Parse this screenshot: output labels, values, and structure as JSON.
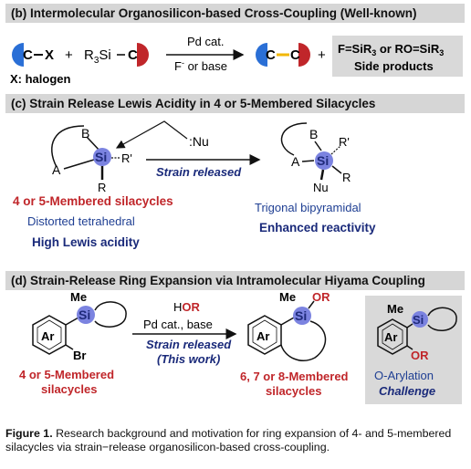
{
  "sections": {
    "b": {
      "title": "(b) Intermolecular Organosilicon-based Cross-Coupling (Well-known)"
    },
    "c": {
      "title": "(c) Strain Release Lewis Acidity in 4 or 5-Membered Silacycles"
    },
    "d": {
      "title": "(d) Strain-Release Ring Expansion via Intramolecular Hiyama Coupling"
    }
  },
  "b_scheme": {
    "c_atom": "C",
    "x_atom": "X",
    "plus1": "+",
    "r3si_r": "R",
    "r3si_sub": "3",
    "r3si_si": "Si",
    "halogen_note": "X: halogen",
    "arrow_top": "Pd cat.",
    "arrow_bottom_f": "F",
    "arrow_bottom_sup": "-",
    "arrow_bottom_rest": " or base",
    "product_c": "C",
    "product_c2": "C",
    "plus2": "+",
    "side_line1": "F=SiR",
    "side_line1_sub": "3",
    "side_line1_mid": " or RO=SiR",
    "side_line1_sub2": "3",
    "side_line2": "Side products"
  },
  "c_scheme": {
    "atom_b": "B",
    "atom_a": "A",
    "atom_si": "Si",
    "atom_r": "R",
    "atom_rp": "R'",
    "nu": ":Nu",
    "arrow_label": "Strain released",
    "left_line1": "4 or 5-Membered silacycles",
    "left_line2": "Distorted tetrahedral",
    "left_line3": "High Lewis acidity",
    "prod_b": "B",
    "prod_a": "A",
    "prod_si": "Si",
    "prod_rp": "R'",
    "prod_r": "R",
    "prod_nu": "Nu",
    "right_line1": "Trigonal bipyramidal",
    "right_line2": "Enhanced reactivity"
  },
  "d_scheme": {
    "me": "Me",
    "si": "Si",
    "ar": "Ar",
    "br": "Br",
    "reagent_h": "H",
    "reagent_or": "OR",
    "reagent_line2": "Pd cat., base",
    "reagent_line3": "Strain released",
    "reagent_line4": "(This work)",
    "left_label1": "4 or 5-Membered",
    "left_label2": "silacycles",
    "prod_me": "Me",
    "prod_si": "Si",
    "prod_or": "OR",
    "prod_ar": "Ar",
    "mid_label1": "6, 7 or 8-Membered",
    "mid_label2": "silacycles",
    "box_me": "Me",
    "box_si": "Si",
    "box_ar": "Ar",
    "box_or": "OR",
    "box_label1": "O-Arylation",
    "box_label2": "Challenge"
  },
  "caption": {
    "bold": "Figure 1.",
    "text": " Research background and motivation for ring expansion of 4- and 5-membered silacycles via strain−release organosilicon-based cross-coupling."
  },
  "colors": {
    "red": "#c0262a",
    "blue": "#1f3f93",
    "si_circle": "#7b83e0",
    "header_bg": "#d6d6d6",
    "arrow_blue": "#1a2a7a"
  }
}
